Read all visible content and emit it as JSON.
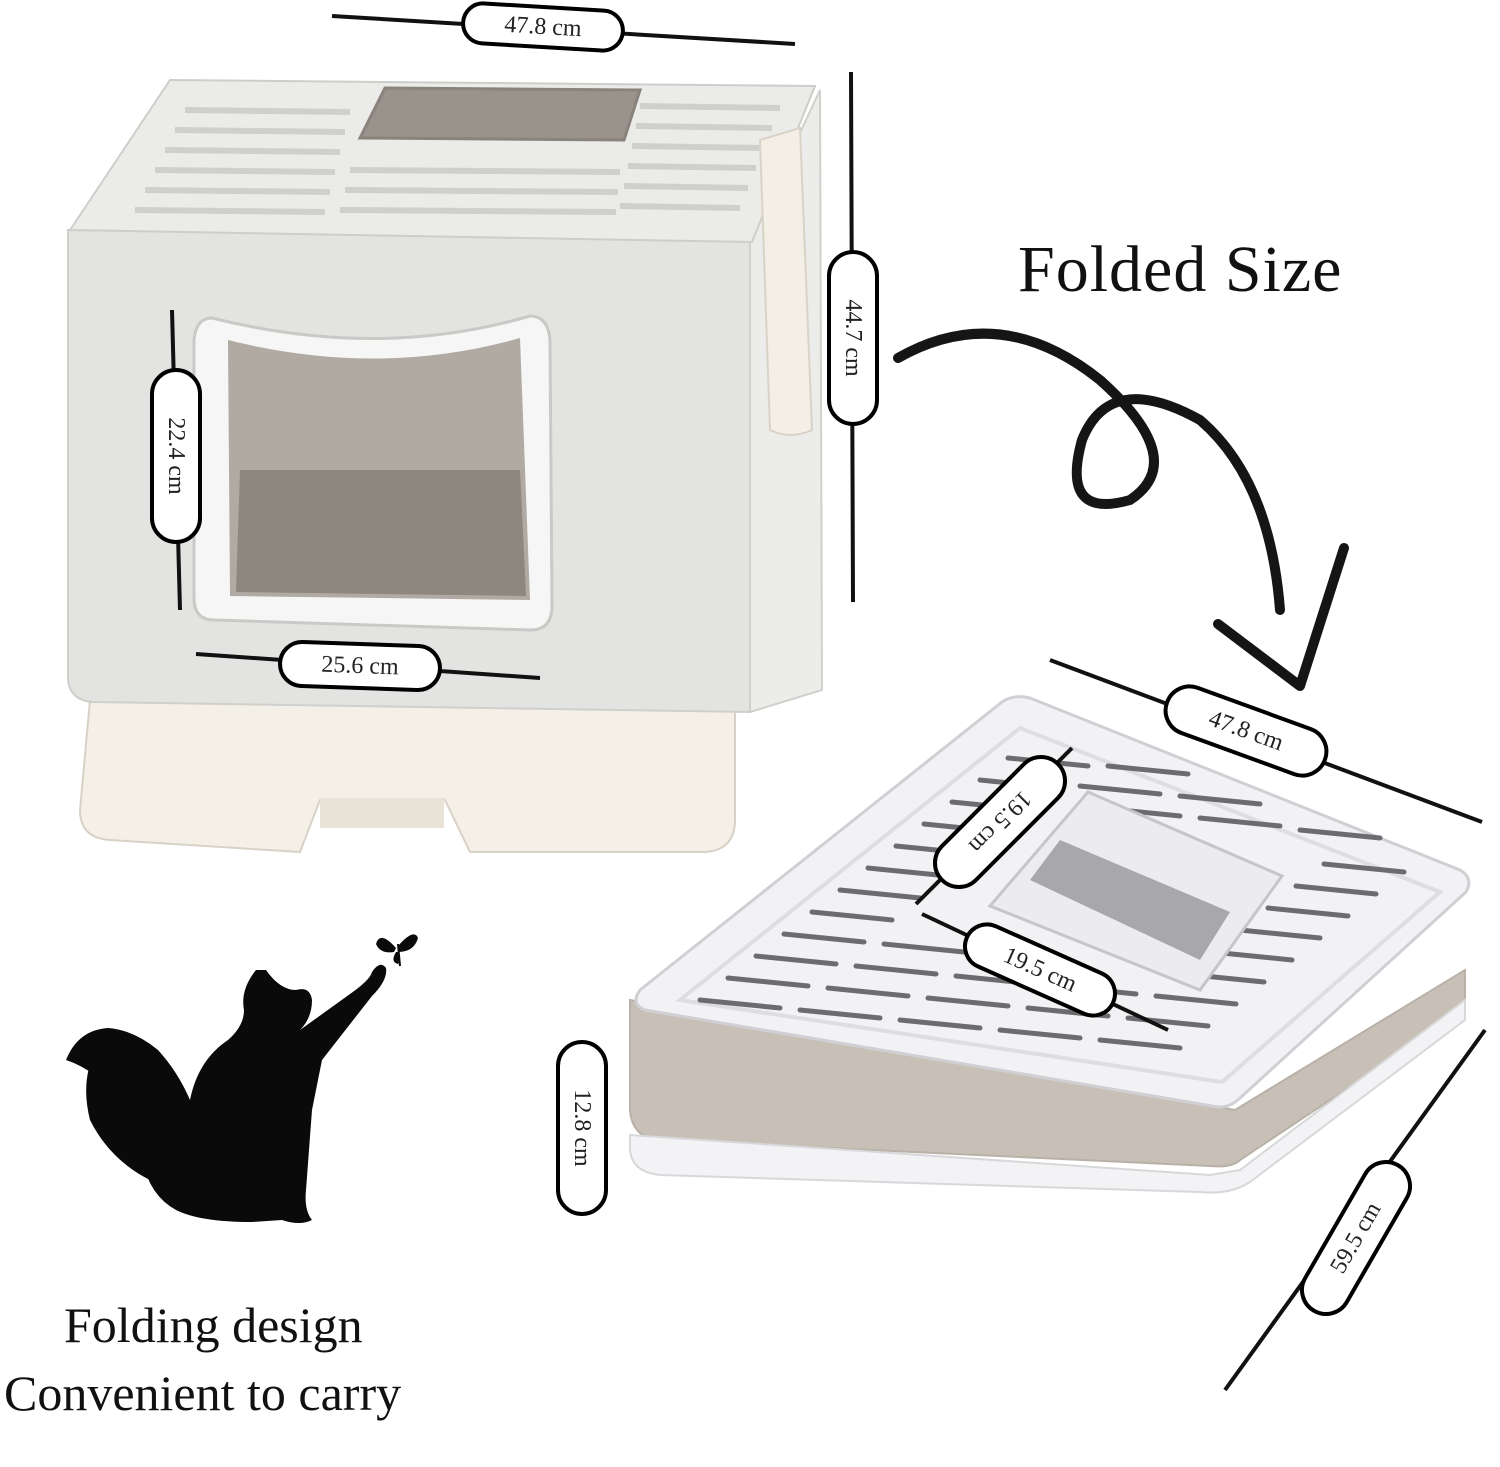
{
  "headline": "Folded Size",
  "captions": {
    "feature": "Folding design",
    "benefit": "Convenient to carry"
  },
  "dimensions": {
    "open_width": "47.8 cm",
    "open_height": "44.7 cm",
    "door_height": "22.4 cm",
    "door_width": "25.6 cm",
    "folded_width": "47.8 cm",
    "folded_depth": "59.5 cm",
    "folded_height": "12.8 cm",
    "opening_length": "19.5 cm",
    "opening_width": "19.5 cm"
  },
  "icons": [
    "cat-silhouette-icon",
    "butterfly-icon",
    "curly-arrow-icon"
  ],
  "colors": {
    "body_grey": "#e3e3e1",
    "base_cream": "#f4f0e8",
    "tray_taupe": "#c8c0b6",
    "lid_white": "#f2f2f4",
    "ink": "#111111"
  }
}
